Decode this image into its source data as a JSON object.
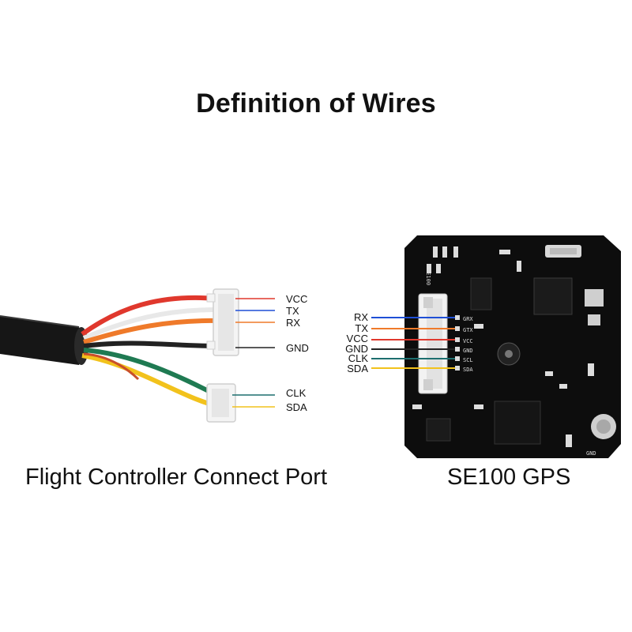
{
  "title": "Definition of Wires",
  "left": {
    "caption": "Flight Controller Connect Port",
    "connector1_pins": [
      "VCC",
      "TX",
      "RX",
      "GND"
    ],
    "connector2_pins": [
      "CLK",
      "SDA"
    ]
  },
  "right": {
    "caption": "SE100 GPS",
    "pins": [
      "RX",
      "TX",
      "VCC",
      "GND",
      "CLK",
      "SDA"
    ],
    "silk_pins": [
      "GRX",
      "GTX",
      "VCC",
      "GND",
      "SCL",
      "SDA"
    ]
  },
  "colors": {
    "red": "#e0382d",
    "white": "#e8e8e8",
    "orange": "#ef7a2a",
    "black": "#222222",
    "green": "#1f7a52",
    "yellow": "#f2c21c",
    "blue": "#1f4fd6",
    "teal": "#1d6e6e"
  }
}
